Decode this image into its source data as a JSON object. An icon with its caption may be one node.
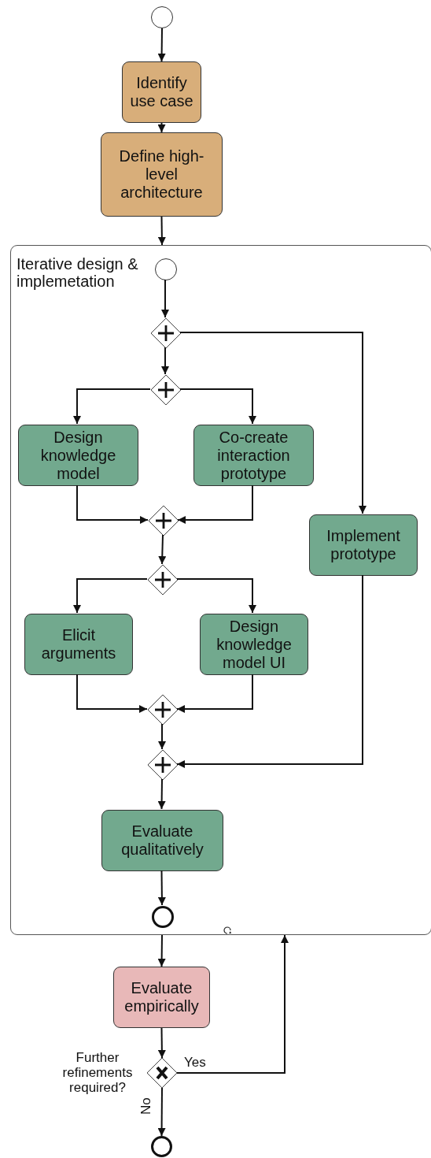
{
  "diagram": {
    "nodes": [
      {
        "text": [],
        "shape": "circle"
      },
      {
        "text": [
          "Identify use case"
        ]
      },
      {
        "text": [
          "Define high-level architecture"
        ]
      },
      {
        "text": [
          "Iterative design & implemetation"
        ]
      },
      {
        "text": [],
        "shape": "circle",
        "in": 3
      },
      {
        "text": [],
        "shape": "diamond",
        "in": 3
      },
      {
        "text": [],
        "shape": "diamond",
        "in": 3
      },
      {
        "text": [
          "Design knowledge model"
        ],
        "in": 3
      },
      {
        "text": [
          "Co-create interaction prototype"
        ],
        "in": 3
      },
      {
        "text": [
          "Implement prototype"
        ],
        "in": 3
      },
      {
        "text": [],
        "shape": "diamond",
        "in": 3
      },
      {
        "text": [],
        "shape": "diamond",
        "in": 3
      },
      {
        "text": [
          "Elicit arguments"
        ],
        "in": 3
      },
      {
        "text": [
          "Design knowledge model UI"
        ],
        "in": 3
      },
      {
        "text": [],
        "shape": "diamond",
        "in": 3
      },
      {
        "text": [],
        "shape": "diamond",
        "in": 3
      },
      {
        "text": [
          "Evaluate qualitatively"
        ],
        "in": 3
      },
      {
        "text": [],
        "shape": "circle",
        "in": 3
      },
      {
        "text": [
          "Evaluate empirically"
        ]
      },
      {
        "text": [],
        "shape": "diamond",
        "beside": [
          "Further refinements required?"
        ]
      },
      {
        "text": [],
        "shape": "circle"
      }
    ],
    "edges": [
      {
        "from": 0,
        "to": 1,
        "arrow": "to"
      },
      {
        "from": 1,
        "to": 2,
        "arrow": "to"
      },
      {
        "from": 2,
        "to": 3,
        "arrow": "to"
      },
      {
        "from": 4,
        "to": 5,
        "arrow": "to"
      },
      {
        "from": 5,
        "to": 6,
        "arrow": "to"
      },
      {
        "from": 5,
        "to": 9,
        "arrow": "to"
      },
      {
        "from": 6,
        "to": 7,
        "arrow": "to"
      },
      {
        "from": 6,
        "to": 8,
        "arrow": "to"
      },
      {
        "from": 7,
        "to": 10,
        "arrow": "to"
      },
      {
        "from": 8,
        "to": 10,
        "arrow": "to"
      },
      {
        "from": 10,
        "to": 11,
        "arrow": "to"
      },
      {
        "from": 11,
        "to": 12,
        "arrow": "to"
      },
      {
        "from": 11,
        "to": 13,
        "arrow": "to"
      },
      {
        "from": 12,
        "to": 14,
        "arrow": "to"
      },
      {
        "from": 13,
        "to": 14,
        "arrow": "to"
      },
      {
        "from": 14,
        "to": 15,
        "arrow": "to"
      },
      {
        "from": 9,
        "to": 15,
        "arrow": "to"
      },
      {
        "from": 15,
        "to": 16,
        "arrow": "to"
      },
      {
        "from": 16,
        "to": 17,
        "arrow": "to"
      },
      {
        "from": 3,
        "to": 18,
        "arrow": "to"
      },
      {
        "from": 18,
        "to": 19,
        "arrow": "to"
      },
      {
        "from": 19,
        "to": 3,
        "arrow": "to",
        "label": "Yes"
      },
      {
        "from": 19,
        "to": 20,
        "arrow": "to",
        "label": "No"
      }
    ]
  }
}
